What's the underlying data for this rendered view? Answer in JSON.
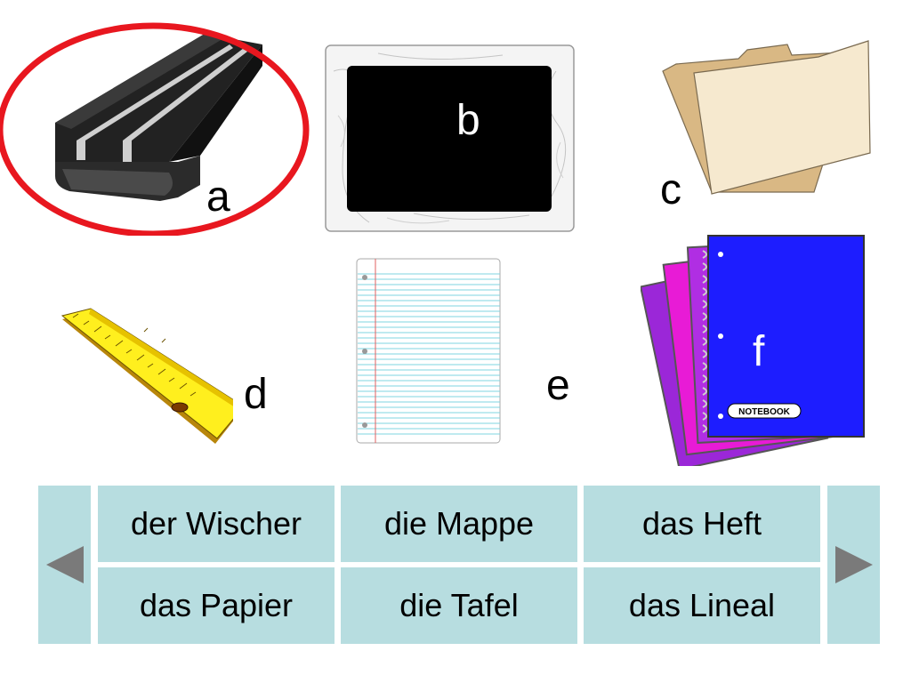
{
  "items": [
    {
      "letter": "a",
      "icon": "eraser-icon",
      "selected": true
    },
    {
      "letter": "b",
      "icon": "chalkboard-icon"
    },
    {
      "letter": "c",
      "icon": "folder-icon"
    },
    {
      "letter": "d",
      "icon": "ruler-icon"
    },
    {
      "letter": "e",
      "icon": "lined-paper-icon"
    },
    {
      "letter": "f",
      "icon": "notebook-icon"
    }
  ],
  "notebook_label": "NOTEBOOK",
  "words": [
    "der Wischer",
    "die Mappe",
    "das Heft",
    "das Papier",
    "die Tafel",
    "das Lineal"
  ],
  "nav": {
    "prev_icon": "left-arrow-icon",
    "next_icon": "right-arrow-icon"
  },
  "colors": {
    "selection": "#e8171f",
    "tile": "#b7dde0",
    "arrow": "#7a7a7a"
  }
}
